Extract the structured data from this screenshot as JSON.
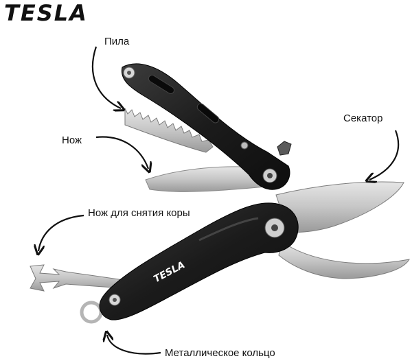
{
  "brand": {
    "logo_text": "TESLA",
    "handle_logo_text": "TESLA"
  },
  "labels": {
    "saw": "Пила",
    "knife": "Нож",
    "pruner": "Секатор",
    "bark_knife": "Нож для снятия коры",
    "metal_ring": "Металлическое кольцо"
  },
  "colors": {
    "handle": "#1e1e1e",
    "handle_highlight": "#3a3a3a",
    "steel": "#c8c8c8",
    "steel_dark": "#8f8f8f",
    "text": "#111111"
  }
}
